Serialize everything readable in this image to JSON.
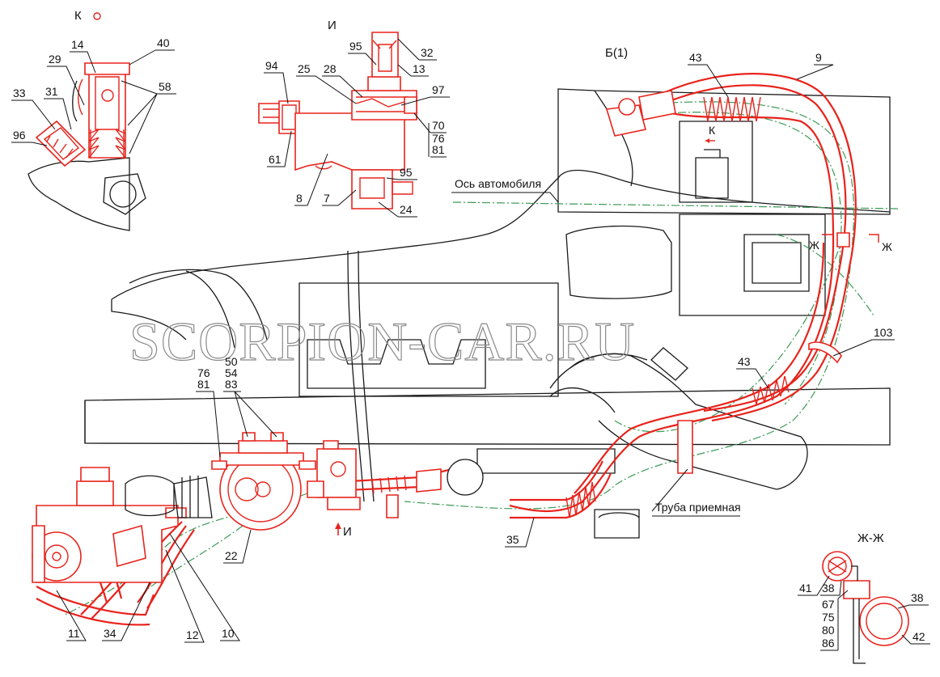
{
  "watermark": "SCORPION-CAR.RU",
  "views": {
    "k": "К",
    "i": "И",
    "b1": "Б(1)",
    "zh_zh": "Ж-Ж",
    "k_arrow": "К",
    "i_arrow": "И",
    "zh_left": "Ж",
    "zh_right": "Ж"
  },
  "annotations": {
    "axis": "Ось автомобиля",
    "pipe": "Труба приемная"
  },
  "callouts": {
    "view_k": [
      "14",
      "40",
      "29",
      "58",
      "33",
      "31",
      "96"
    ],
    "view_i": [
      "95",
      "32",
      "13",
      "94",
      "25",
      "28",
      "97",
      "70",
      "76",
      "81",
      "61",
      "95",
      "8",
      "7",
      "24"
    ],
    "main": [
      "9",
      "43",
      "103",
      "43",
      "50",
      "54",
      "83",
      "76",
      "81",
      "22",
      "35",
      "11",
      "34",
      "12",
      "10"
    ],
    "section_zh": [
      "41",
      "38",
      "67",
      "75",
      "80",
      "86",
      "38",
      "42"
    ]
  },
  "colors": {
    "hose_red": "#e8231c",
    "axis_green": "#3d9a57",
    "outline": "#1a1a1a",
    "watermark": "#8a8a8a"
  }
}
